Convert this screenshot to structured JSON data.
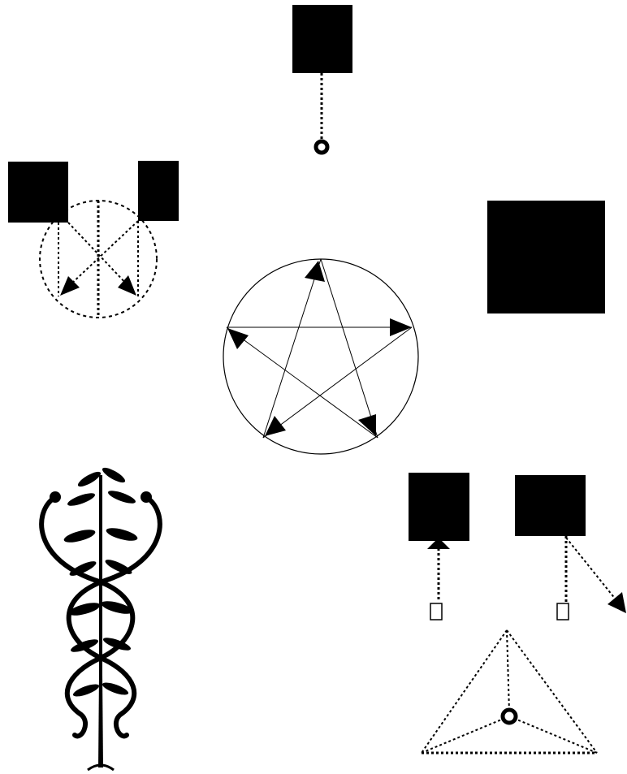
{
  "colors": {
    "ink": "#000000",
    "paper": "#ffffff"
  },
  "diagram": {
    "top_block": {
      "marker": "ring"
    },
    "left_cluster": {
      "blocks": 2,
      "enclosure": "dashed-circle",
      "arrows": 2
    },
    "right_block": {},
    "pentagram": {
      "enclosure": "circle",
      "points": 5,
      "arrowheads": 5
    },
    "caduceus": {
      "kind": "engraving",
      "motifs": [
        "two-serpents",
        "leafy-staff"
      ]
    },
    "bottom_right_pair": {
      "left": {
        "marker": "small-square",
        "arrow": "up"
      },
      "right": {
        "marker": "small-square",
        "arrow": "down-right"
      }
    },
    "triangle": {
      "edges": "dashed",
      "center_marker": "ring",
      "spokes": 3
    }
  }
}
